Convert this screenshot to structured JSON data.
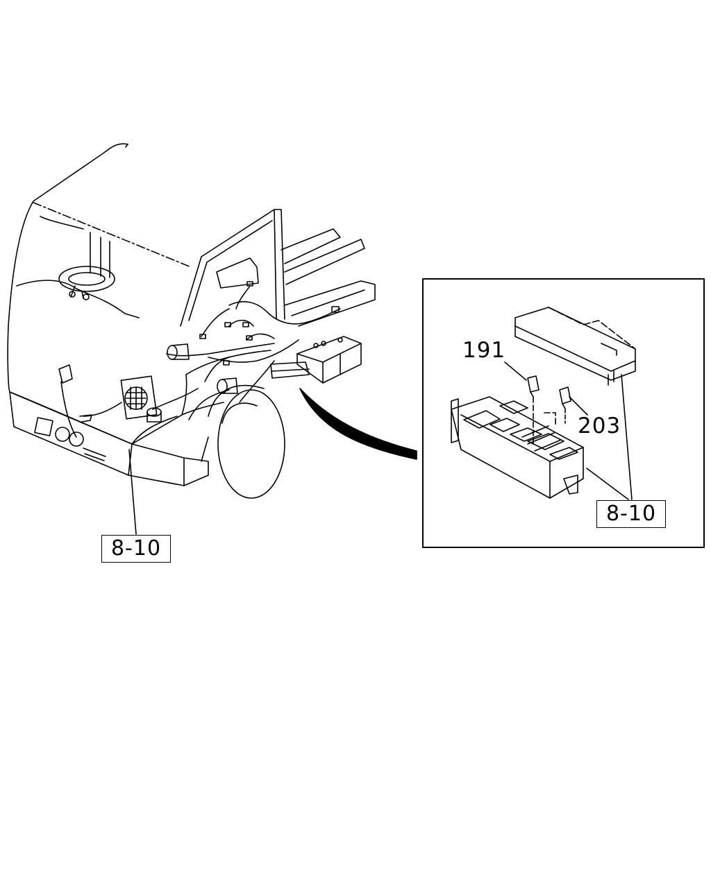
{
  "diagram": {
    "reference_left": "8-10",
    "reference_right": "8-10",
    "callouts": [
      {
        "id": "relay_1",
        "label": "191"
      },
      {
        "id": "relay_2",
        "label": "203"
      }
    ]
  }
}
